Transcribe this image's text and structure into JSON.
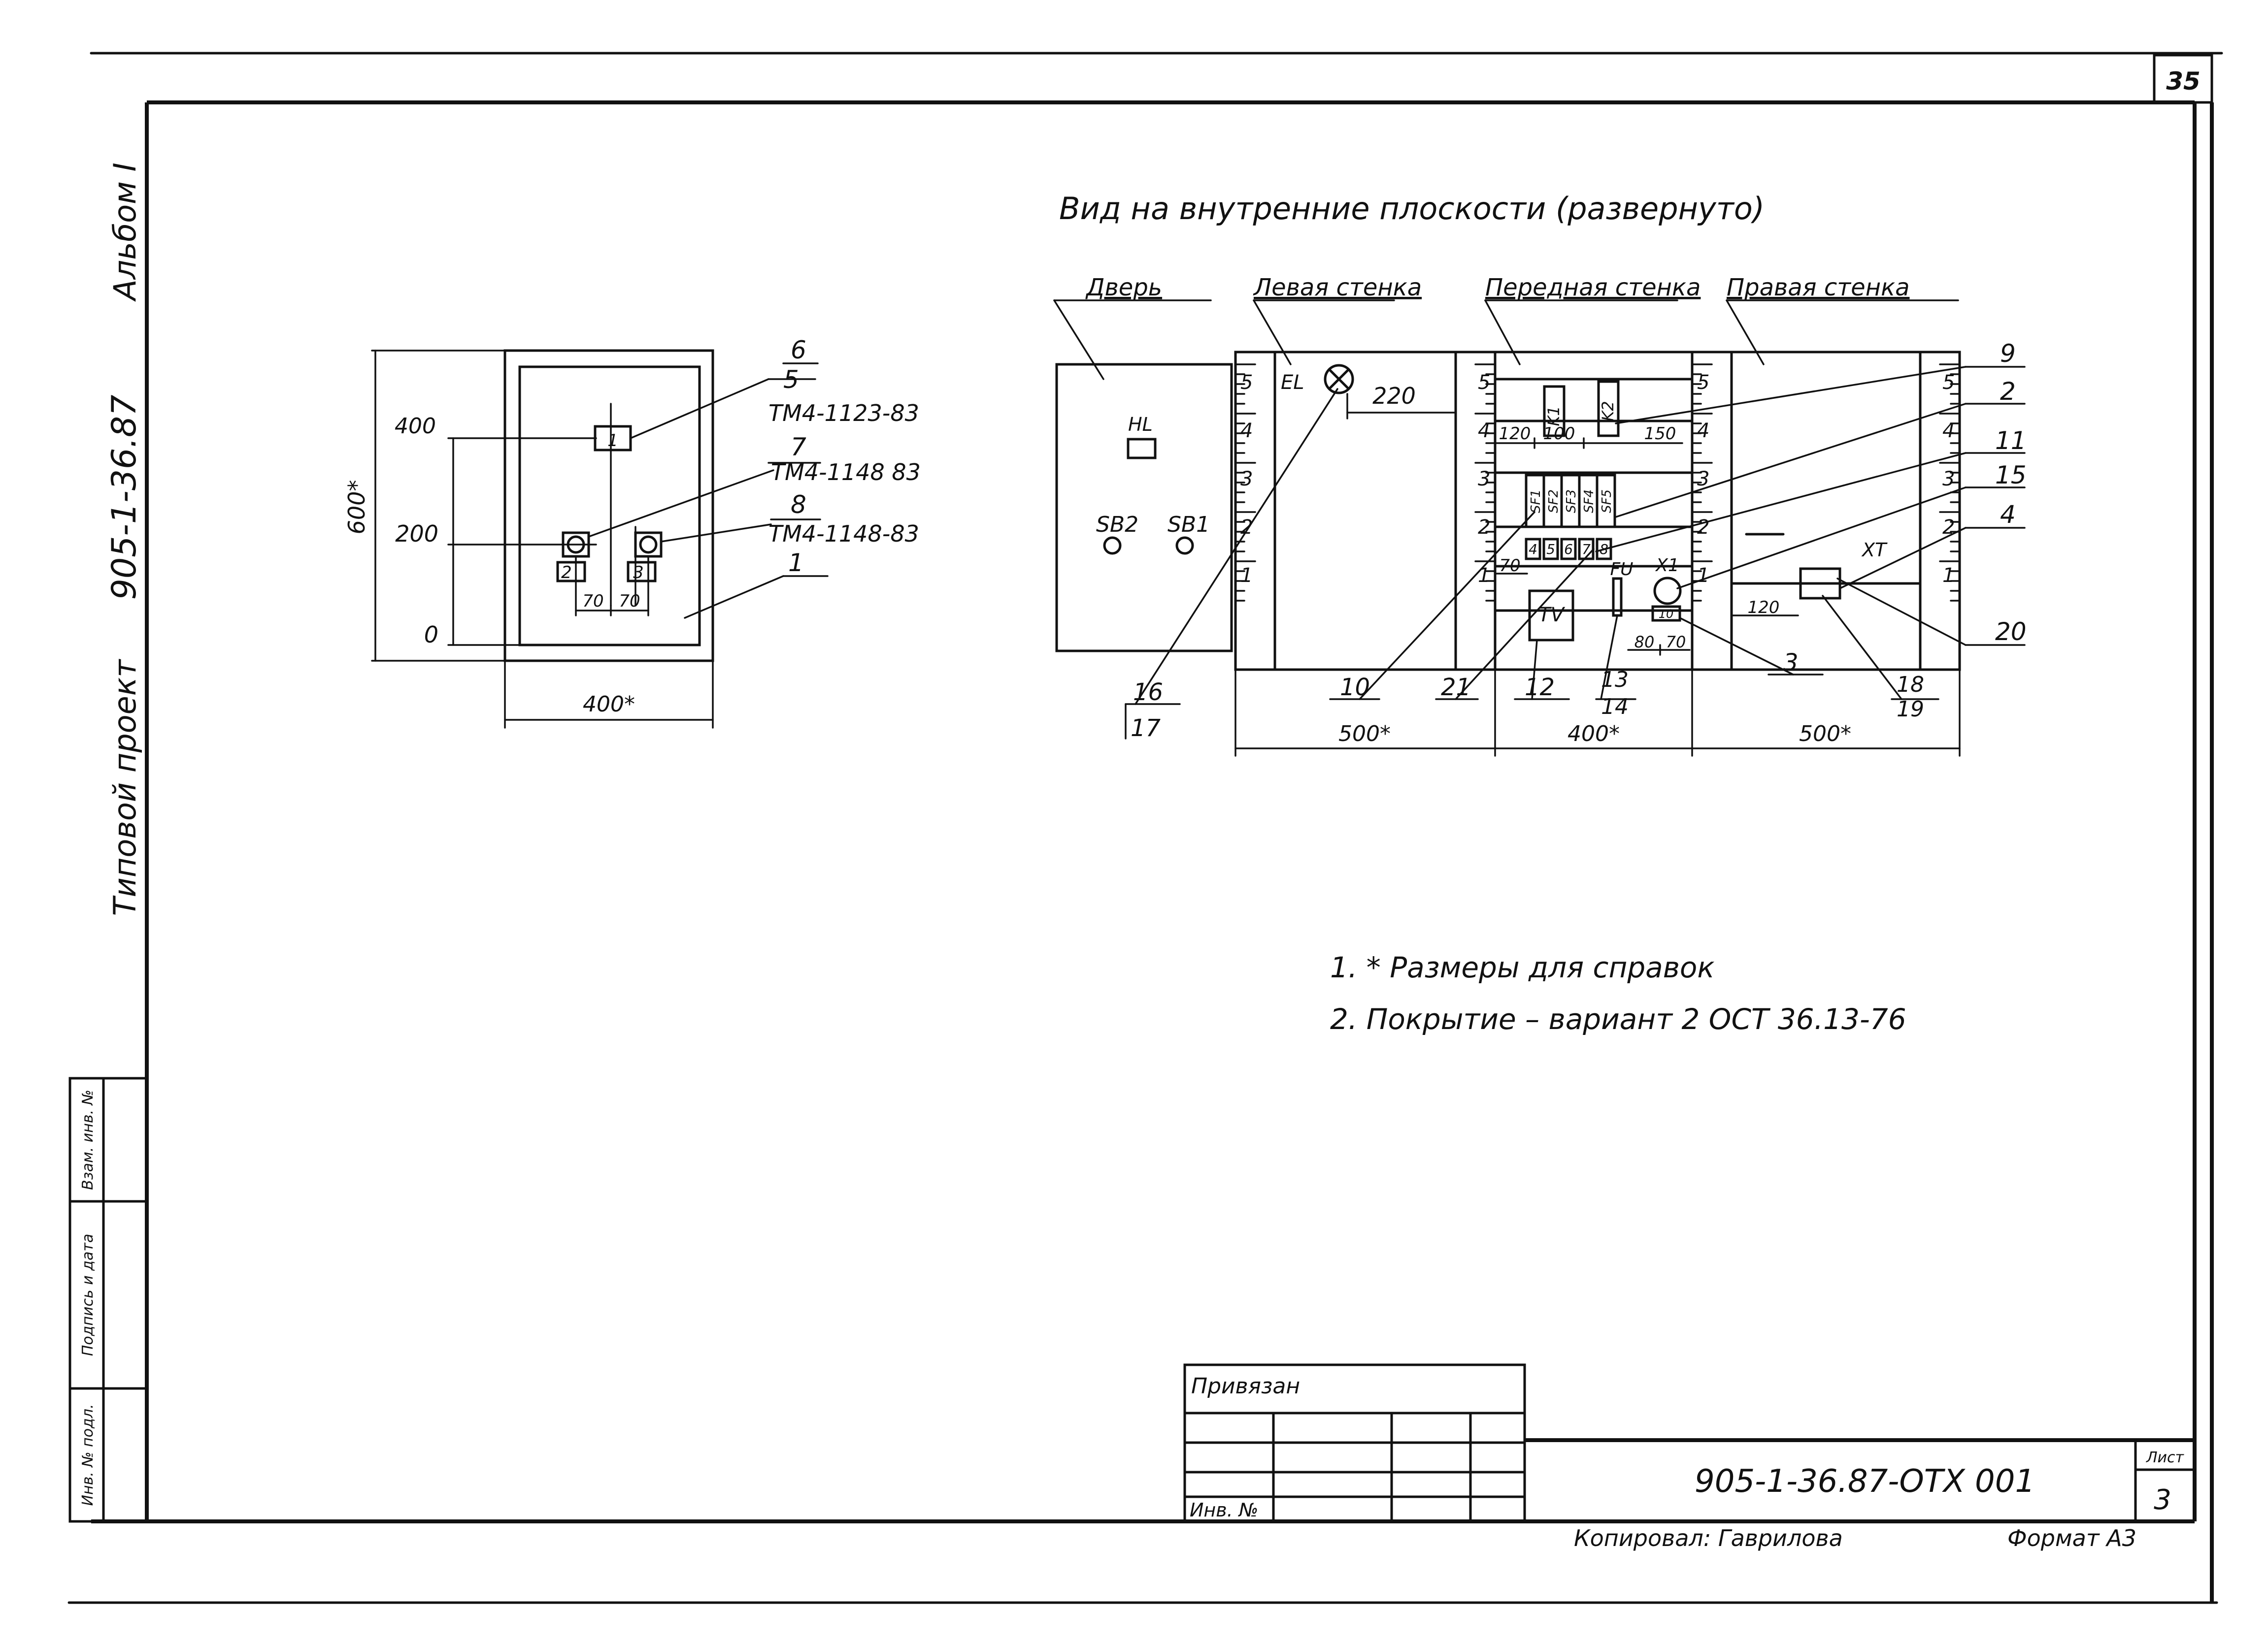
{
  "page_number": "35",
  "side_text": {
    "album": "Альбом I",
    "project_code": "905-1-36.87",
    "type": "Типовой проект"
  },
  "side_stamp": [
    "Инв. № подл.",
    "Подпись и дата",
    "Взам. инв. №"
  ],
  "heading": "Вид на внутренние плоскости (развернуто)",
  "wall_labels": [
    "Дверь",
    "Левая стенка",
    "Передная стенка",
    "Правая стенка"
  ],
  "front_view": {
    "dim_vertical": "600*",
    "dim_horizontal": "400*",
    "levels": [
      "400",
      "200",
      "0"
    ],
    "spacing": [
      "70",
      "70"
    ],
    "item_marks": [
      "1",
      "2",
      "3"
    ],
    "callouts": [
      {
        "num": "6",
        "sub": "5",
        "ref": "ТМ4-1123-83"
      },
      {
        "num": "7",
        "ref": "ТМ4-1148 83"
      },
      {
        "num": "8",
        "ref": "ТМ4-1148-83"
      },
      {
        "num": "1"
      }
    ]
  },
  "unfolded_view": {
    "door_labels": [
      "HL",
      "SB2",
      "SB1"
    ],
    "left_wall": {
      "label": "EL",
      "dim": "220"
    },
    "front_wall": {
      "relays": [
        "K1",
        "K2"
      ],
      "breakers": [
        "SF1",
        "SF2",
        "SF3",
        "SF4",
        "SF5"
      ],
      "terminals": [
        "4",
        "5",
        "6",
        "7",
        "8"
      ],
      "dims": [
        "120",
        "100",
        "150",
        "70",
        "80",
        "70"
      ],
      "devices": [
        "TV",
        "FU",
        "X1"
      ],
      "socket_mark": "10"
    },
    "right_wall": {
      "label": "XT",
      "dim": "120"
    },
    "scale_marks": [
      "5",
      "4",
      "3",
      "2",
      "1"
    ],
    "bottom_dims": [
      "500*",
      "400*",
      "500*"
    ],
    "callouts_right": [
      "9",
      "2",
      "11",
      "15",
      "4",
      "20"
    ],
    "callouts_bottom": [
      "16",
      "17",
      "10",
      "21",
      "12",
      "13",
      "14",
      "3",
      "18",
      "19"
    ]
  },
  "notes": [
    "1. * Размеры для справок",
    "2. Покрытие – вариант 2   ОСТ 36.13-76"
  ],
  "title_block": {
    "tied_label": "Привязан",
    "inv_label": "Инв. №",
    "doc_code": "905-1-36.87-ОТХ 001",
    "sheet_label": "Лист",
    "sheet_number": "3",
    "copied_by": "Копировал: Гаврилова",
    "format": "Формат А3"
  }
}
